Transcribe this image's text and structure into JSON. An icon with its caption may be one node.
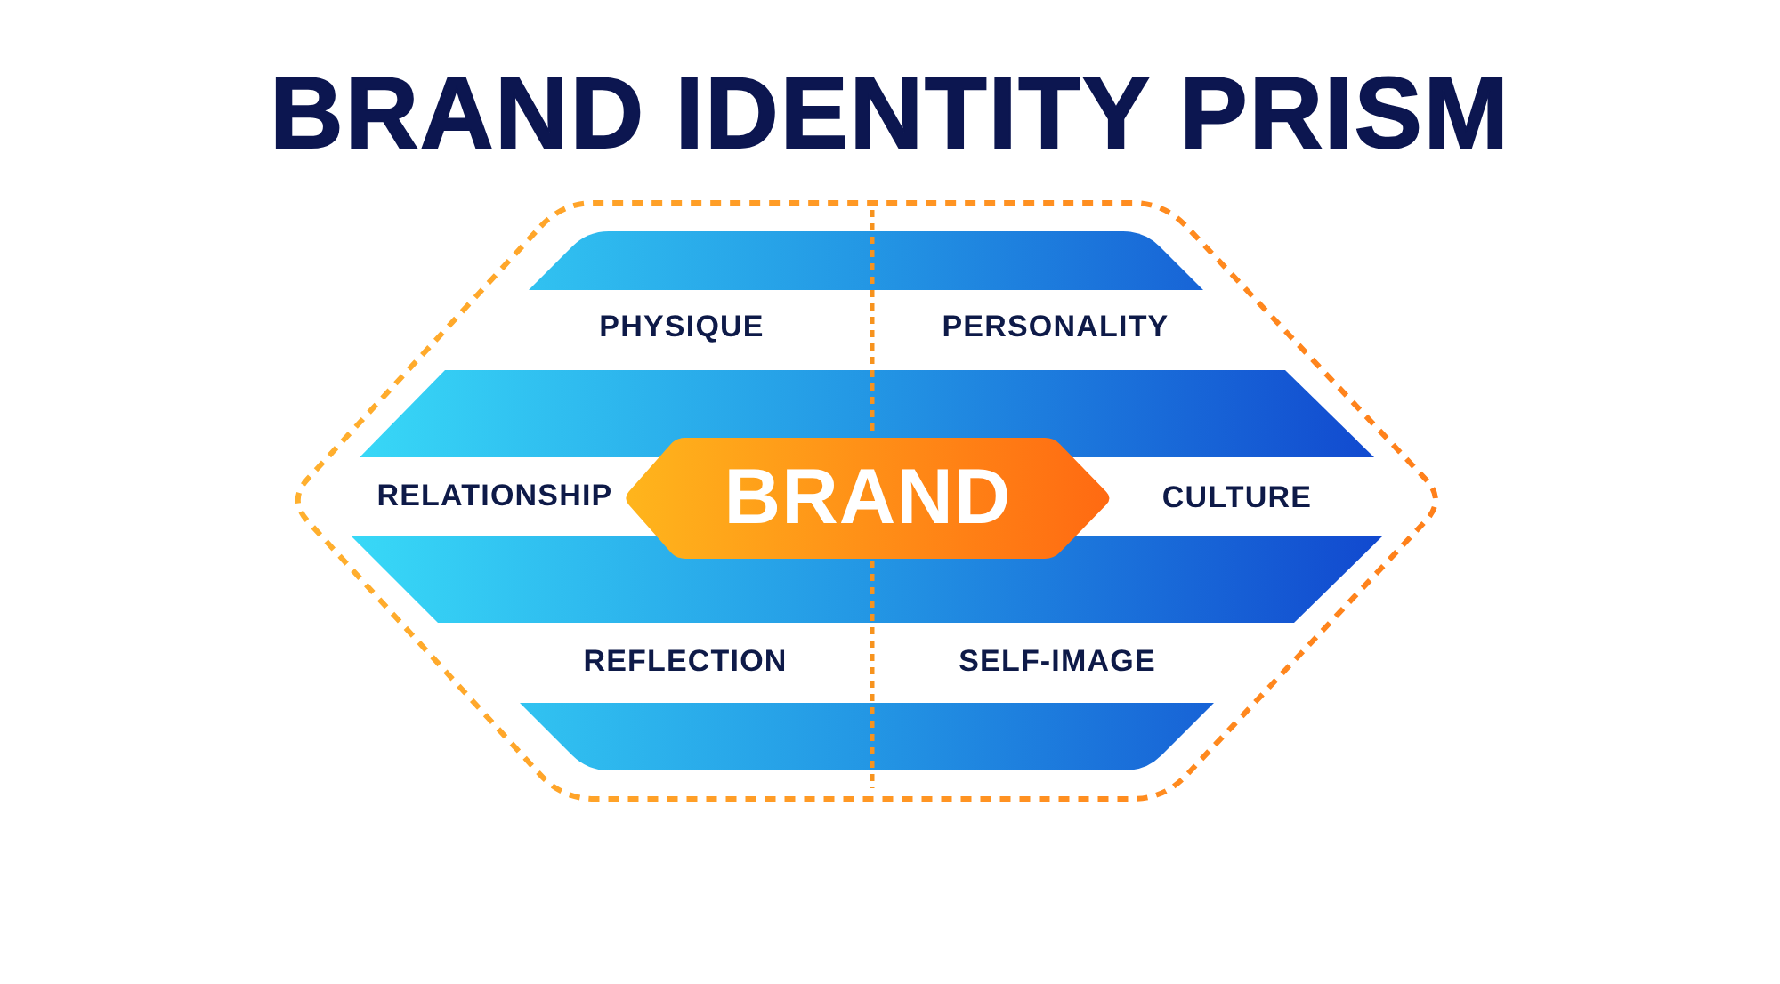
{
  "diagram": {
    "title": "BRAND IDENTITY PRISM",
    "nodes": [
      {
        "text": [
          "PHYSIQUE",
          "PERSONALITY",
          "RELATIONSHIP",
          "CULTURE",
          "REFLECTION",
          "SELF-IMAGE"
        ]
      },
      {
        "text": [],
        "shape": "band",
        "in": 0
      },
      {
        "text": [],
        "shape": "band",
        "in": 0
      },
      {
        "text": [
          "BRAND"
        ],
        "in": 0
      },
      {
        "text": [],
        "shape": "band",
        "in": 0
      },
      {
        "text": [],
        "shape": "band",
        "in": 0
      }
    ]
  }
}
